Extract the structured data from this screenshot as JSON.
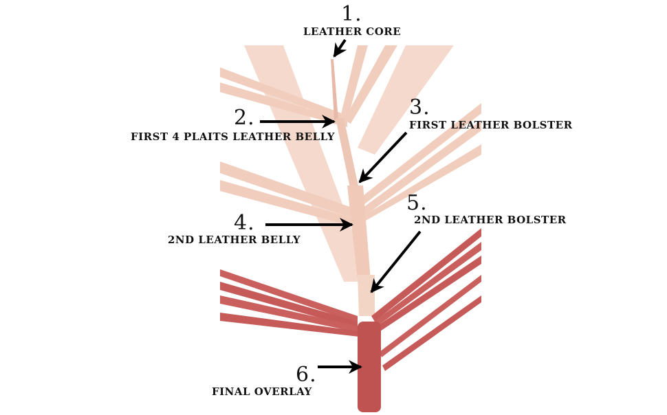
{
  "title": "Whip plaiting layers diagram",
  "colors": {
    "background": "#ffffff",
    "light_leather": "#f3d3c4",
    "light_leather_edge": "#e9bfae",
    "red_leather": "#c55a58",
    "red_leather_dark": "#a8403f",
    "arrow": "#000000",
    "text": "#111111"
  },
  "callouts": [
    {
      "number": "1.",
      "label": "Leather Core"
    },
    {
      "number": "2.",
      "label": "First 4 Plaits Leather Belly"
    },
    {
      "number": "3.",
      "label": "First Leather Bolster"
    },
    {
      "number": "4.",
      "label": "2nd Leather Belly"
    },
    {
      "number": "5.",
      "label": "2nd Leather Bolster"
    },
    {
      "number": "6.",
      "label": "Final Overlay"
    }
  ]
}
